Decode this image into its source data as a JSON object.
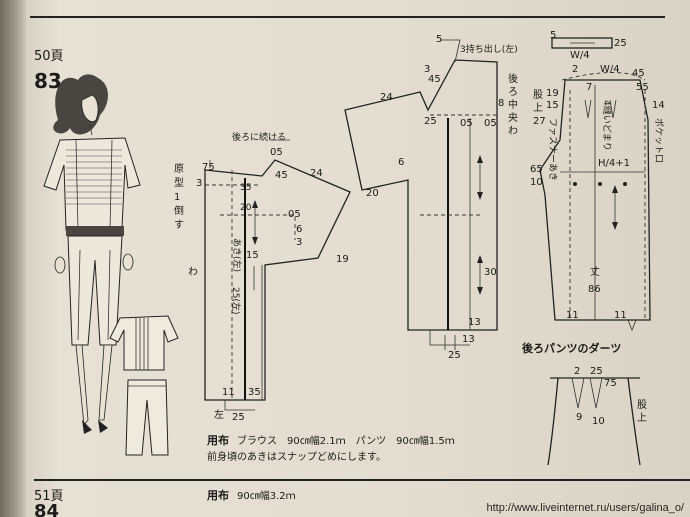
{
  "page": {
    "page_ref_top": "50頁",
    "pattern_number": "83",
    "page_ref_bottom": "51頁",
    "page_ref_bottom_num": "84"
  },
  "blouse_front": {
    "note_top": "後ろに続ける",
    "original": "原型1倒す",
    "wa": "わ",
    "left": "左",
    "opening": "あき(左)",
    "opening2": "25(左)",
    "m_75": "75",
    "m_3a": "3",
    "m_05a": "05",
    "m_45": "45",
    "m_24": "24",
    "m_35a": "35",
    "m_20": "20",
    "m_05b": "05",
    "m_6": "6",
    "m_15": "15",
    "m_19": "19",
    "m_11": "11",
    "m_35b": "35",
    "m_25": "25",
    "m_3b": "3"
  },
  "blouse_back": {
    "pleat": "3持ち出し(左)",
    "center_back": "後ろ中央わ",
    "m_5": "5",
    "m_3": "3",
    "m_45": "45",
    "m_24": "24",
    "m_8": "8",
    "m_25": "25",
    "m_05a": "05",
    "m_05b": "05",
    "m_6": "6",
    "m_20": "20",
    "m_30": "30",
    "m_13a": "13",
    "m_13b": "13",
    "m_25b": "25"
  },
  "pants": {
    "waist_top": "W/4",
    "waist": "W/4",
    "m_5": "5",
    "m_25": "25",
    "m_45": "45",
    "m_55": "55",
    "m_2": "2",
    "m_7": "7",
    "m_19": "19",
    "m_15": "15",
    "m_14": "14",
    "m_65": "65",
    "m_10": "10",
    "crotch": "股上",
    "crotch_val": "27",
    "fastener": "ファスナーあき",
    "seam": "4縫いどまり",
    "pocket": "ポケット口",
    "hip": "H/4+1",
    "length": "丈",
    "length_val": "86",
    "m_11a": "11",
    "m_11b": "11"
  },
  "dart": {
    "title": "後ろパンツのダーツ",
    "m_2": "2",
    "m_25": "25",
    "m_75": "75",
    "m_9": "9",
    "m_10": "10",
    "crotch": "股上"
  },
  "fabric": {
    "label": "用布",
    "blouse": "ブラウス　90㎝幅2.1ｍ　パンツ　90㎝幅1.5ｍ",
    "note": "前身頃のあきはスナップどめにします。",
    "label2": "用布",
    "bottom": "90㎝幅3.2ｍ"
  },
  "watermark": "http://www.liveinternet.ru/users/galina_o/"
}
